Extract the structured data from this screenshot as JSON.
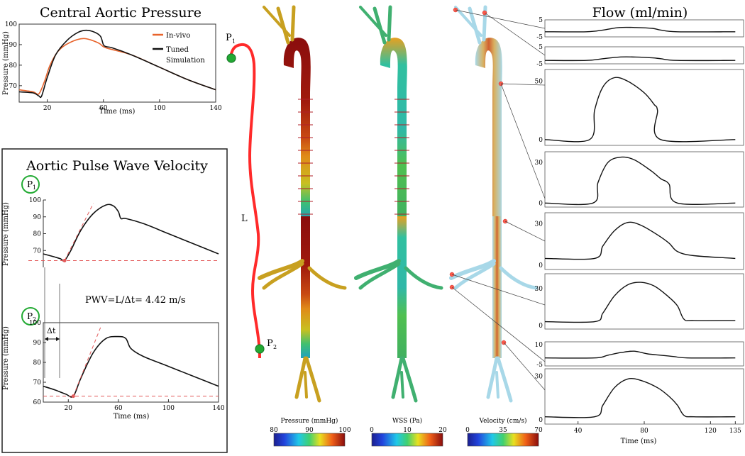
{
  "colors": {
    "invivo": "#e8642c",
    "sim": "#111111",
    "dash": "#e35a5a",
    "path": "#ff2a2a",
    "marker": "#22aa33",
    "markerStroke": "#1b7a2b"
  },
  "central": {
    "title": "Central Aortic Pressure",
    "ylabel": "Pressure (mmHg)",
    "xlabel": "Time (ms)",
    "yticks": [
      "100",
      "90",
      "80",
      "70"
    ],
    "xticks": [
      "20",
      "60",
      "100",
      "140"
    ],
    "legend": {
      "invivo": "In-vivo",
      "sim1": "Tuned",
      "sim2": "Simulation"
    }
  },
  "pwv": {
    "title": "Aortic Pulse Wave Velocity",
    "p1_label": "P",
    "p1_sub": "1",
    "p2_label": "P",
    "p2_sub": "2",
    "formula": "PWV=L/Δt= 4.42 m/s",
    "dt_label": "Δt",
    "ylabel": "Pressure (mmHg)",
    "xlabel": "Time (ms)",
    "yticks_top": [
      "100",
      "90",
      "80",
      "70"
    ],
    "yticks_bottom": [
      "100",
      "90",
      "80",
      "70",
      "60"
    ],
    "xticks": [
      "20",
      "60",
      "100",
      "140"
    ]
  },
  "path": {
    "p1": "P",
    "p1_sub": "1",
    "L": "L",
    "p2": "P",
    "p2_sub": "2"
  },
  "colorbars": [
    {
      "label": "Pressure (mmHg)",
      "ticks": [
        "80",
        "90",
        "100"
      ]
    },
    {
      "label": "WSS (Pa)",
      "ticks": [
        "0",
        "10",
        "20"
      ]
    },
    {
      "label": "Velocity (cm/s)",
      "ticks": [
        "0",
        "35",
        "70"
      ]
    }
  ],
  "flow": {
    "title": "Flow (ml/min)",
    "xlabel": "Time (ms)",
    "xticks": [
      "40",
      "80",
      "120",
      "135"
    ]
  },
  "chart_data": [
    {
      "type": "line",
      "title": "Central Aortic Pressure",
      "xlabel": "Time (ms)",
      "ylabel": "Pressure (mmHg)",
      "xlim": [
        0,
        140
      ],
      "ylim": [
        62,
        100
      ],
      "series": [
        {
          "name": "In-vivo",
          "x": [
            0,
            10,
            14,
            18,
            22,
            28,
            36,
            46,
            56,
            60,
            64,
            80,
            100,
            120,
            140
          ],
          "y": [
            68,
            67,
            66,
            72,
            80,
            87,
            91,
            93,
            91,
            89,
            88,
            85,
            79,
            73,
            68
          ]
        },
        {
          "name": "Tuned Simulation",
          "x": [
            0,
            10,
            14,
            16,
            20,
            26,
            34,
            42,
            48,
            54,
            58,
            60,
            62,
            66,
            80,
            100,
            120,
            140
          ],
          "y": [
            67,
            66.5,
            65,
            65,
            74,
            85,
            92,
            96,
            97,
            96,
            94,
            90,
            89,
            88.5,
            85,
            79,
            73,
            68
          ]
        }
      ]
    },
    {
      "type": "line",
      "title": "P1",
      "ylabel": "Pressure (mmHg)",
      "xlim": [
        0,
        140
      ],
      "ylim": [
        62,
        100
      ],
      "series": [
        {
          "x": [
            0,
            10,
            14,
            17,
            22,
            30,
            40,
            50,
            56,
            60,
            62,
            66,
            80,
            100,
            120,
            140
          ],
          "y": [
            68,
            66,
            65,
            64,
            70,
            82,
            92,
            97,
            96.5,
            93,
            89,
            89,
            86,
            80,
            74,
            68
          ]
        }
      ]
    },
    {
      "type": "line",
      "title": "P2",
      "xlabel": "Time (ms)",
      "ylabel": "Pressure (mmHg)",
      "xlim": [
        0,
        140
      ],
      "ylim": [
        62,
        100
      ],
      "series": [
        {
          "x": [
            0,
            10,
            18,
            24,
            30,
            40,
            50,
            60,
            66,
            70,
            80,
            100,
            120,
            140
          ],
          "y": [
            68,
            66,
            64,
            63,
            72,
            85,
            92,
            93,
            92,
            87,
            83,
            78,
            73,
            68
          ]
        }
      ]
    },
    {
      "type": "line",
      "title": "Flow 1",
      "yticks": [
        "5",
        "-5"
      ],
      "ylim": [
        -5,
        5
      ],
      "series": [
        {
          "x": [
            20,
            45,
            55,
            65,
            75,
            85,
            90,
            100,
            135
          ],
          "y": [
            -2,
            -2,
            -1,
            0.5,
            0.5,
            0,
            -1,
            -2,
            -2
          ]
        }
      ]
    },
    {
      "type": "line",
      "title": "Flow 2",
      "yticks": [
        "5",
        "-5"
      ],
      "ylim": [
        -5,
        5
      ],
      "series": [
        {
          "x": [
            20,
            45,
            55,
            65,
            75,
            85,
            90,
            100,
            135
          ],
          "y": [
            -3,
            -3,
            -2,
            -1,
            -1,
            -1.5,
            -2,
            -3,
            -3
          ]
        }
      ]
    },
    {
      "type": "line",
      "title": "Flow 3",
      "yticks": [
        "50",
        "0"
      ],
      "ylim": [
        -5,
        60
      ],
      "series": [
        {
          "x": [
            20,
            47,
            50,
            55,
            62,
            70,
            80,
            86,
            88,
            90,
            135
          ],
          "y": [
            0,
            0,
            25,
            45,
            53,
            50,
            40,
            30,
            25,
            0,
            0
          ]
        }
      ]
    },
    {
      "type": "line",
      "title": "Flow 4",
      "yticks": [
        "30",
        "0"
      ],
      "ylim": [
        -3,
        38
      ],
      "series": [
        {
          "x": [
            20,
            49,
            52,
            58,
            66,
            74,
            84,
            90,
            95,
            100,
            135
          ],
          "y": [
            0,
            0,
            15,
            30,
            34,
            32,
            24,
            18,
            14,
            0,
            0
          ]
        }
      ]
    },
    {
      "type": "line",
      "title": "Flow 5",
      "yticks": [
        "30",
        "0"
      ],
      "ylim": [
        -3,
        38
      ],
      "series": [
        {
          "x": [
            20,
            50,
            55,
            62,
            70,
            78,
            88,
            95,
            100,
            110,
            135
          ],
          "y": [
            5,
            5,
            14,
            25,
            31,
            29,
            22,
            16,
            10,
            7,
            5
          ]
        }
      ]
    },
    {
      "type": "line",
      "title": "Flow 6",
      "yticks": [
        "30",
        "0"
      ],
      "ylim": [
        -3,
        42
      ],
      "series": [
        {
          "x": [
            20,
            50,
            55,
            62,
            70,
            78,
            86,
            94,
            100,
            104,
            110,
            135
          ],
          "y": [
            3,
            3,
            10,
            24,
            33,
            35,
            32,
            24,
            16,
            5,
            4,
            4
          ]
        }
      ]
    },
    {
      "type": "line",
      "title": "Flow 7",
      "yticks": [
        "10",
        "-5"
      ],
      "ylim": [
        -6,
        12
      ],
      "series": [
        {
          "x": [
            20,
            50,
            58,
            66,
            74,
            82,
            90,
            98,
            106,
            135
          ],
          "y": [
            0,
            0,
            2,
            4,
            5,
            3,
            2,
            1,
            0,
            0
          ]
        }
      ]
    },
    {
      "type": "line",
      "title": "Flow 8",
      "xlabel": "Time (ms)",
      "xticks": [
        "40",
        "80",
        "120",
        "135"
      ],
      "yticks": [
        "30",
        "0"
      ],
      "ylim": [
        -3,
        35
      ],
      "series": [
        {
          "x": [
            20,
            50,
            55,
            62,
            70,
            78,
            88,
            95,
            100,
            104,
            110,
            135
          ],
          "y": [
            2,
            2,
            10,
            22,
            28,
            27,
            22,
            16,
            10,
            3,
            2,
            2
          ]
        }
      ]
    }
  ]
}
